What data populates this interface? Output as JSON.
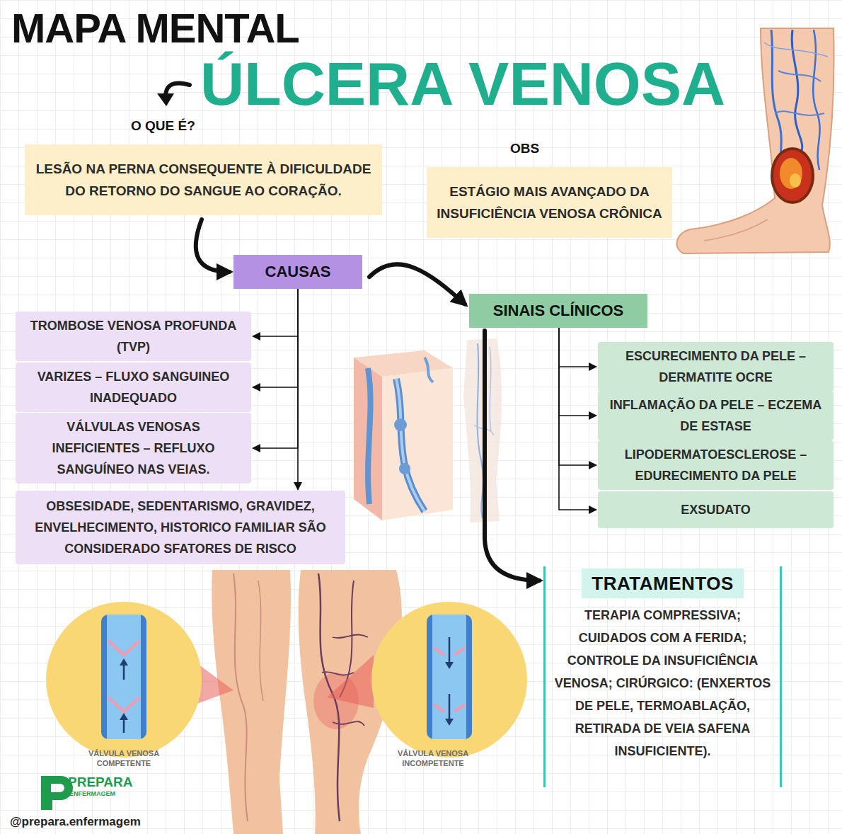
{
  "diagram": {
    "title": "ÚLCERA VENOSA",
    "nodes": [
      {
        "text": [
          "O QUE É?",
          "LESÃO NA PERNA CONSEQUENTE À DIFICULDADE DO RETORNO DO SANGUE AO CORAÇÃO."
        ]
      },
      {
        "text": [
          "OBS",
          "ESTÁGIO MAIS AVANÇADO DA INSUFICIÊNCIA VENOSA CRÔNICA"
        ]
      },
      {
        "text": [
          "CAUSAS"
        ]
      },
      {
        "text": [
          "TROMBOSE VENOSA PROFUNDA (TVP)"
        ]
      },
      {
        "text": [
          "VARIZES – FLUXO SANGUINEO INADEQUADO"
        ]
      },
      {
        "text": [
          "VÁLVULAS VENOSAS INEFICIENTES – REFLUXO SANGUÍNEO NAS VEIAS."
        ]
      },
      {
        "text": [
          "OBSESIDADE, SEDENTARISMO, GRAVIDEZ, ENVELHECIMENTO, HISTORICO FAMILIAR SÃO CONSIDERADO SFATORES DE RISCO"
        ]
      },
      {
        "text": [
          "SINAIS CLÍNICOS"
        ]
      },
      {
        "text": [
          "ESCURECIMENTO DA PELE – DERMATITE OCRE"
        ]
      },
      {
        "text": [
          "INFLAMAÇÃO DA PELE – ECZEMA DE ESTASE"
        ]
      },
      {
        "text": [
          "LIPODERMATOESCLEROSE – EDURECIMENTO DA PELE"
        ]
      },
      {
        "text": [
          "EXSUDATO"
        ]
      },
      {
        "text": [
          "TRATAMENTOS",
          "TERAPIA COMPRESSIVA; CUIDADOS COM A FERIDA; CONTROLE DA INSUFICIÊNCIA VENOSA; CIRÚRGICO: (ENXERTOS DE PELE, TERMOABLAÇÃO, RETIRADA DE VEIA SAFENA INSUFICIENTE)."
        ]
      }
    ],
    "edges": [
      {
        "from": 0,
        "to": 2,
        "arrow": "to"
      },
      {
        "from": 2,
        "to": 7,
        "arrow": "to"
      },
      {
        "from": 2,
        "to": 3,
        "arrow": "to"
      },
      {
        "from": 2,
        "to": 4,
        "arrow": "to"
      },
      {
        "from": 2,
        "to": 5,
        "arrow": "to"
      },
      {
        "from": 2,
        "to": 6,
        "arrow": "to"
      },
      {
        "from": 7,
        "to": 8,
        "arrow": "to"
      },
      {
        "from": 7,
        "to": 9,
        "arrow": "to"
      },
      {
        "from": 7,
        "to": 10,
        "arrow": "to"
      },
      {
        "from": 7,
        "to": 11,
        "arrow": "to"
      },
      {
        "from": 7,
        "to": 12,
        "arrow": "to"
      }
    ],
    "labels": [
      "MAPA MENTAL",
      "VÁLVULA VENOSA COMPETENTE",
      "VÁLVULA VENOSA INCOMPETENTE",
      "PREPARA",
      "ENFERMAGEM",
      "@prepara.enfermagem"
    ]
  }
}
